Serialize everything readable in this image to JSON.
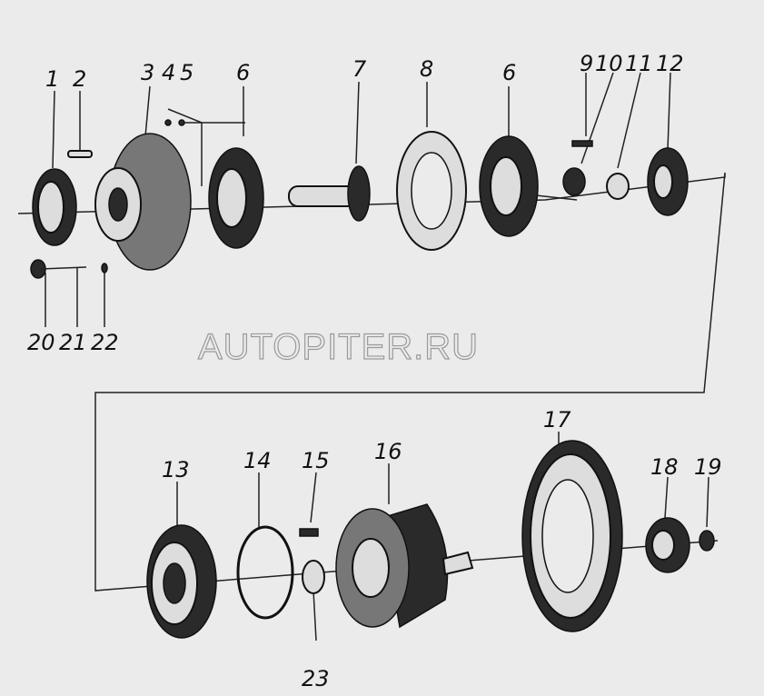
{
  "diagram": {
    "watermark": "AUTOPITER.RU",
    "top_labels": [
      "1",
      "2",
      "3",
      "4",
      "5",
      "6",
      "7",
      "8",
      "6",
      "9",
      "10",
      "11",
      "12"
    ],
    "top_bottom_labels": [
      "20",
      "21",
      "22"
    ],
    "bottom_labels": [
      "13",
      "14",
      "15",
      "16",
      "17",
      "18",
      "19"
    ],
    "bottom_below_labels": [
      "23"
    ]
  }
}
